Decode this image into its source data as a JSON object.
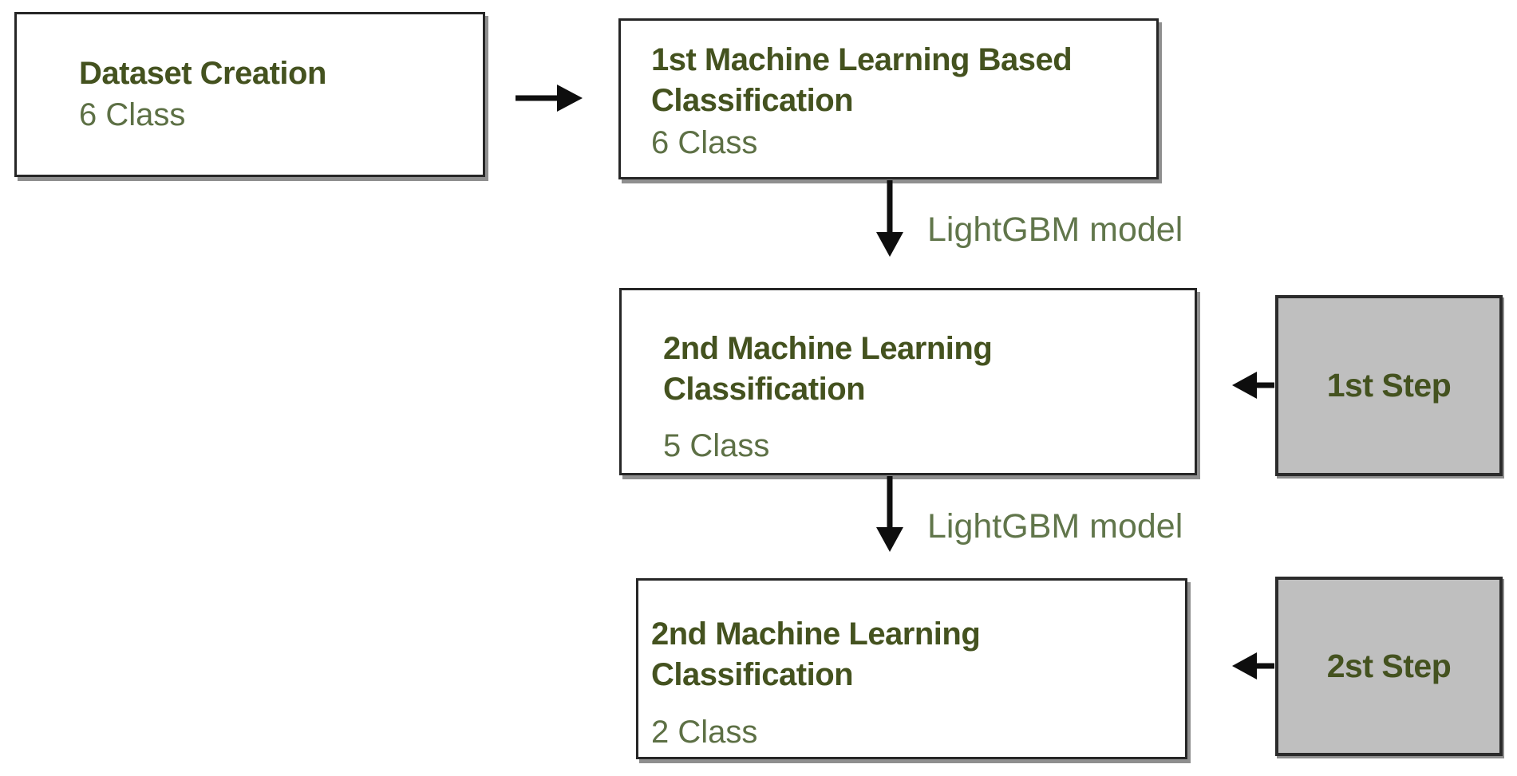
{
  "colors": {
    "title_green": "#44521f",
    "subtitle_green": "#5d7045",
    "arrow_label_green": "#61764b",
    "box_border": "#262626",
    "box_shadow_color": "#8f8f8f",
    "gray_fill": "#bfbfbf",
    "arrow_color": "#0e0e0e",
    "background": "#ffffff"
  },
  "boxes": {
    "dataset": {
      "title": "Dataset Creation",
      "class_label": "6 Class"
    },
    "first_ml": {
      "title_line1": "1st Machine Learning Based",
      "title_line2": "Classification",
      "class_label": "6 Class"
    },
    "second_ml": {
      "title_line1": "2nd Machine Learning",
      "title_line2": "Classification",
      "class_label": "5 Class"
    },
    "third_ml": {
      "title_line1": "2nd Machine Learning",
      "title_line2": "Classification",
      "class_label": "2 Class"
    },
    "step1": {
      "label": "1st Step"
    },
    "step2": {
      "label": "2st Step"
    }
  },
  "arrow_labels": {
    "first_model": "LightGBM model",
    "second_model": "LightGBM model"
  }
}
